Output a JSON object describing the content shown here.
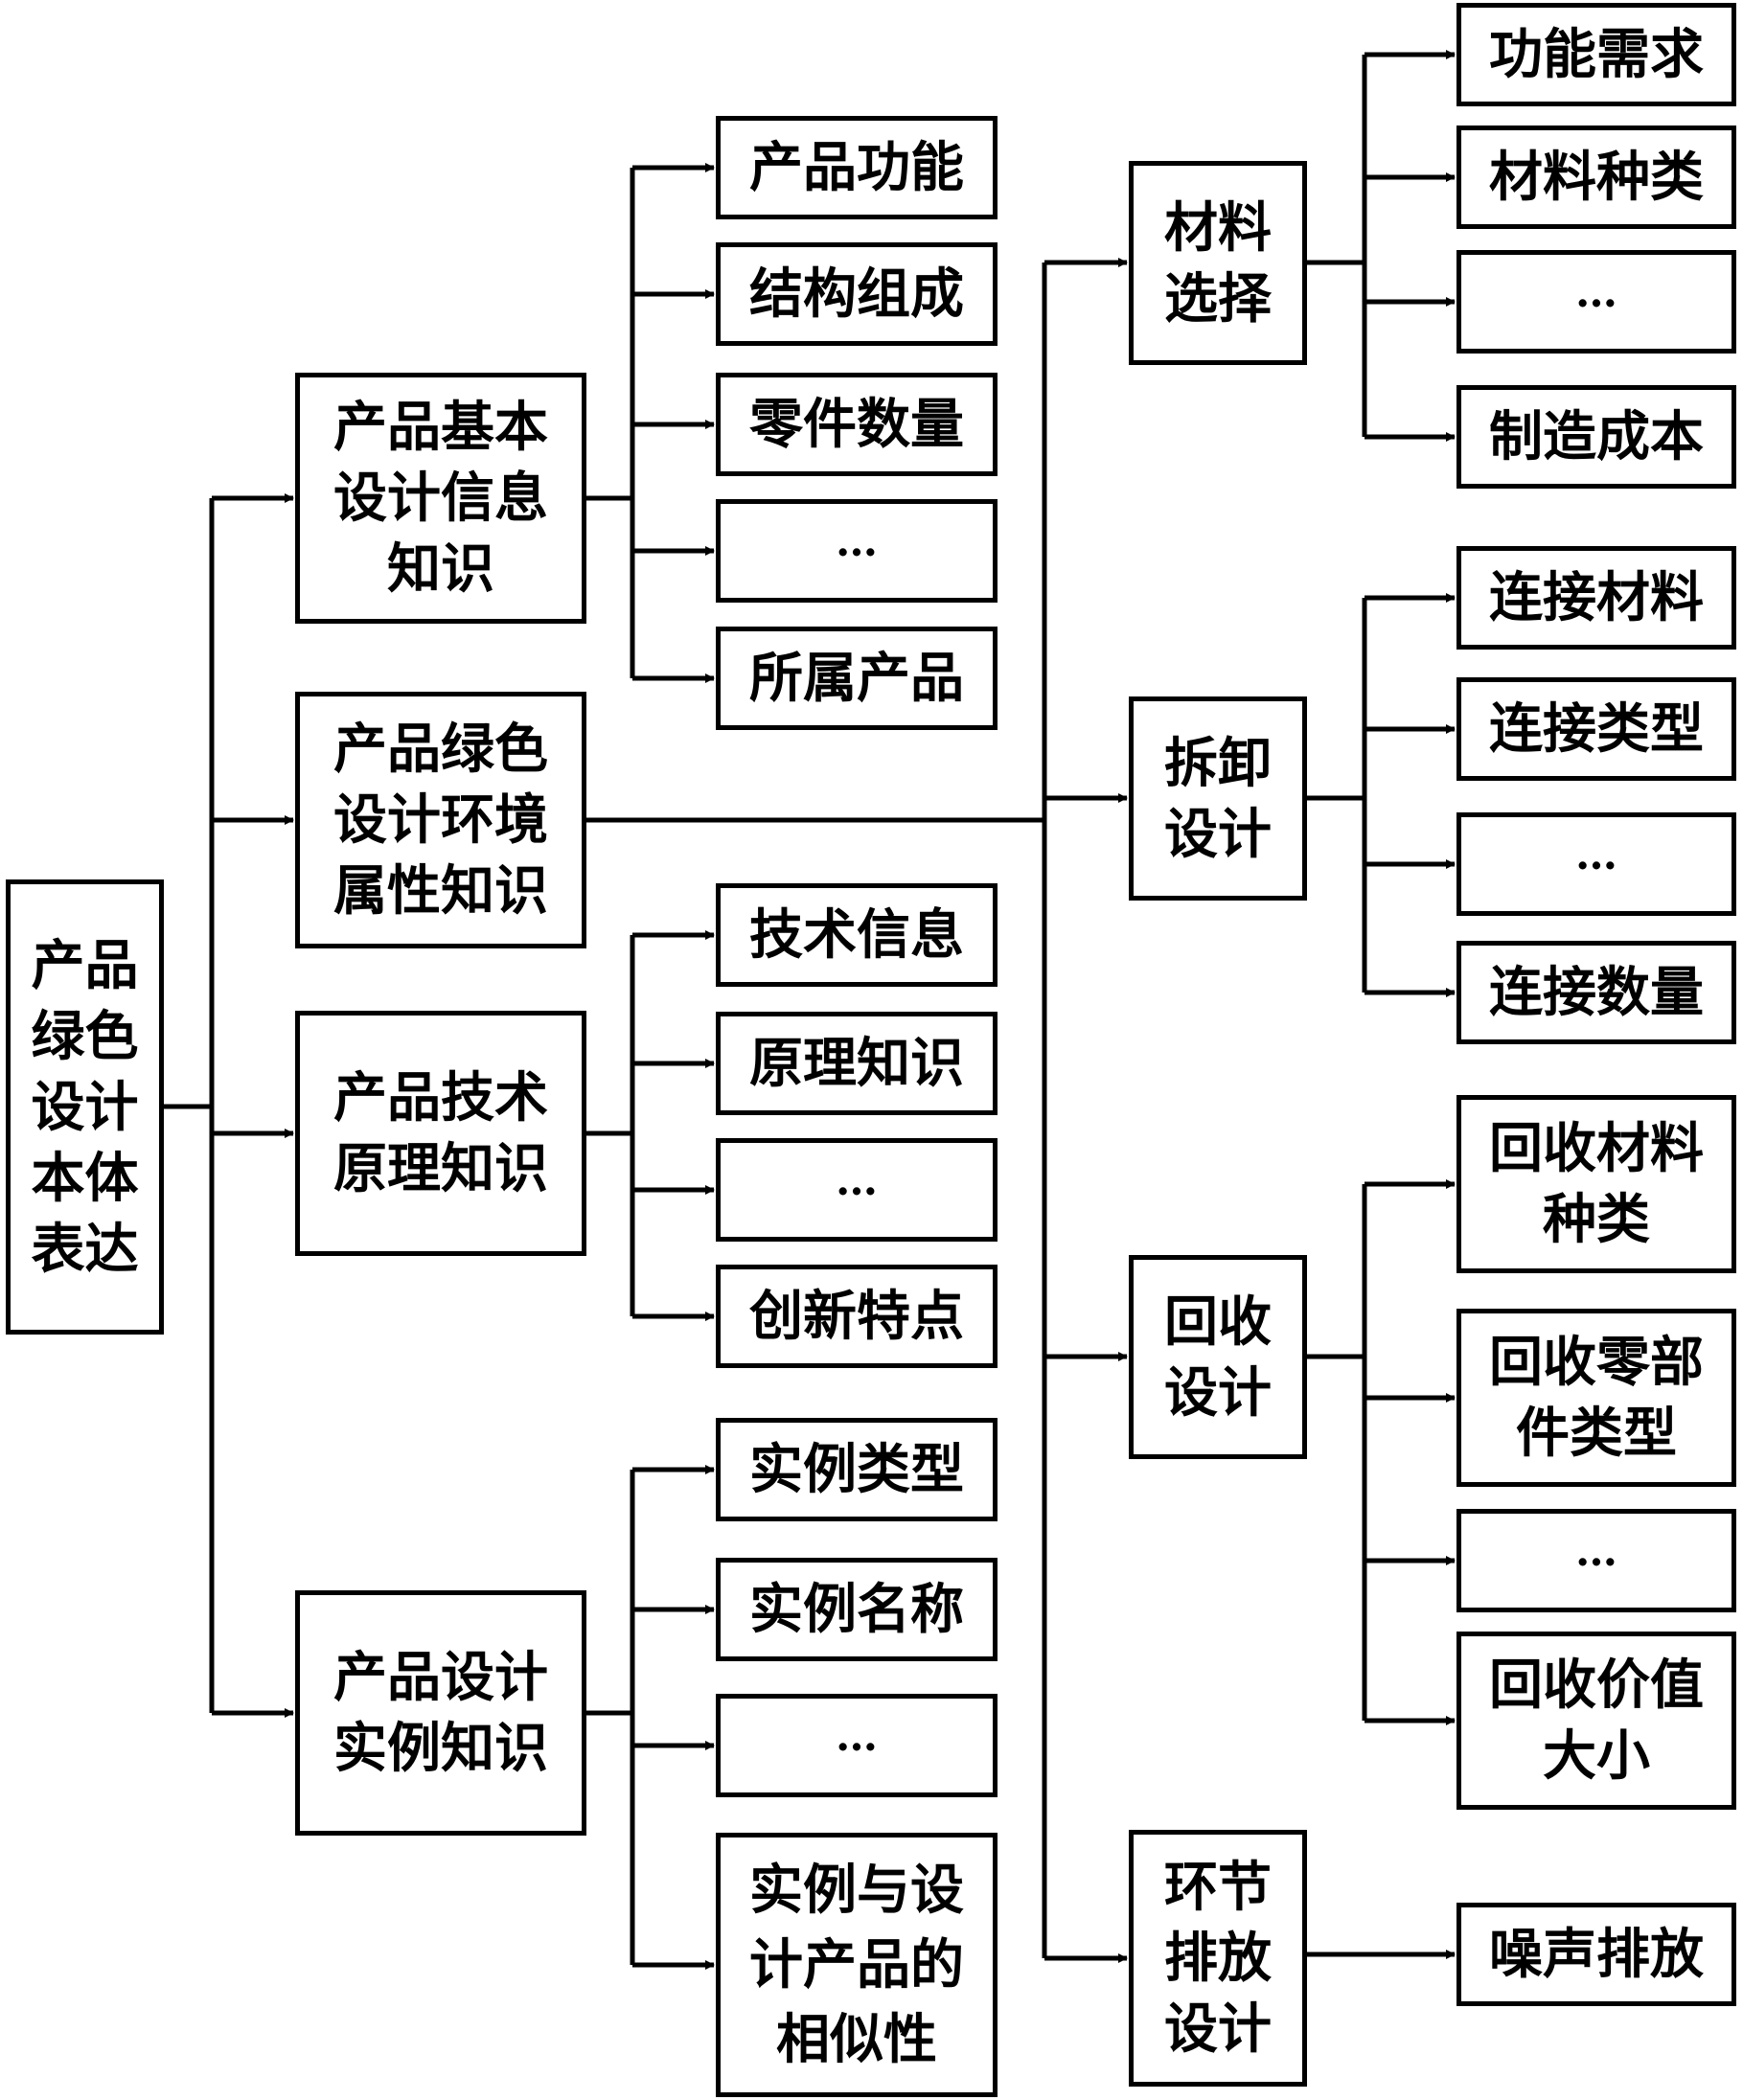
{
  "root": {
    "label": "产品\n绿色\n设计\n本体\n表达"
  },
  "level1": [
    {
      "id": "basic",
      "label": "产品基本\n设计信息\n知识"
    },
    {
      "id": "green",
      "label": "产品绿色\n设计环境\n属性知识"
    },
    {
      "id": "tech",
      "label": "产品技术\n原理知识"
    },
    {
      "id": "case",
      "label": "产品设计\n实例知识"
    }
  ],
  "basic_items": [
    "产品功能",
    "结构组成",
    "零件数量",
    "…",
    "所属产品"
  ],
  "tech_items": [
    "技术信息",
    "原理知识",
    "…",
    "创新特点"
  ],
  "case_items": [
    "实例类型",
    "实例名称",
    "…",
    "实例与设\n计产品的\n相似性"
  ],
  "green_design": [
    {
      "id": "material",
      "label": "材料\n选择",
      "items": [
        "功能需求",
        "材料种类",
        "…",
        "制造成本"
      ]
    },
    {
      "id": "disassembly",
      "label": "拆卸\n设计",
      "items": [
        "连接材料",
        "连接类型",
        "…",
        "连接数量"
      ]
    },
    {
      "id": "recycle",
      "label": "回收\n设计",
      "items": [
        "回收材料\n种类",
        "回收零部\n件类型",
        "…",
        "回收价值\n大小"
      ]
    },
    {
      "id": "emission",
      "label": "环节\n排放\n设计",
      "items": [
        "噪声排放"
      ]
    }
  ]
}
